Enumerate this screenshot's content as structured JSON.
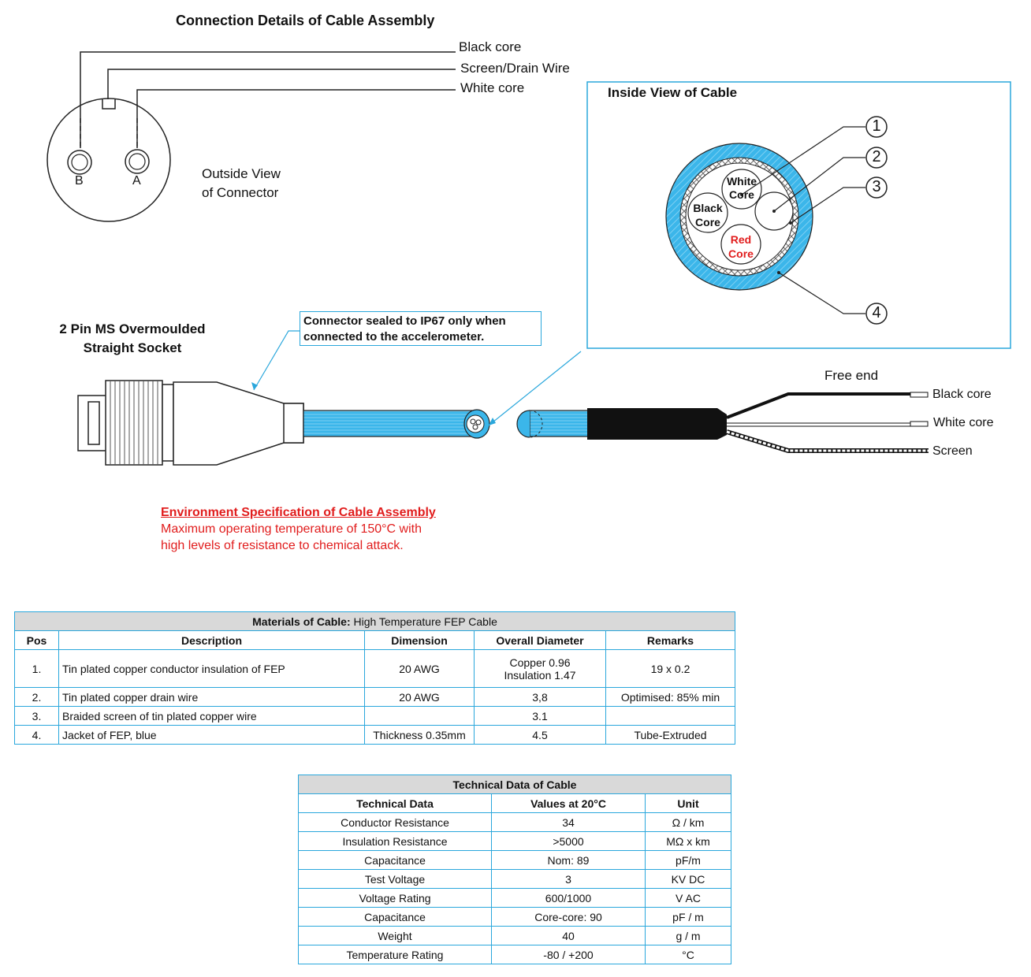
{
  "headings": {
    "connection_details": "Connection Details of Cable Assembly",
    "inside_view": "Inside View of Cable",
    "outside_view_line1": "Outside View",
    "outside_view_line2": "of Connector",
    "socket_line1": "2 Pin MS Overmoulded",
    "socket_line2": "Straight Socket",
    "free_end": "Free end"
  },
  "connector_wires": {
    "black_core": "Black core",
    "screen_drain": "Screen/Drain Wire",
    "white_core": "White core",
    "pin_b": "B",
    "pin_a": "A"
  },
  "cable_section": {
    "white_core_1": "White",
    "white_core_2": "Core",
    "black_core_1": "Black",
    "black_core_2": "Core",
    "red_core_1": "Red",
    "red_core_2": "Core",
    "callouts": [
      "1",
      "2",
      "3",
      "4"
    ]
  },
  "seal_note": {
    "line1": "Connector sealed to IP67 only when",
    "line2": "connected to the accelerometer."
  },
  "free_end_wires": {
    "black_core": "Black core",
    "white_core": "White core",
    "screen": "Screen"
  },
  "environment": {
    "title": "Environment Specification of Cable Assembly",
    "line1": "Maximum operating temperature of 150°C with",
    "line2": "high levels of resistance to chemical attack."
  },
  "colors": {
    "accent_blue": "#2aa7dc",
    "cable_blue": "#3bb6ea",
    "warning_red": "#e11d1d"
  },
  "materials_table": {
    "caption_bold": "Materials of Cable:",
    "caption_rest": " High Temperature FEP Cable",
    "headers": [
      "Pos",
      "Description",
      "Dimension",
      "Overall Diameter",
      "Remarks"
    ],
    "rows": [
      {
        "pos": "1.",
        "desc": "Tin plated copper conductor insulation of FEP",
        "dim": "20 AWG",
        "dia1": "Copper 0.96",
        "dia2": "Insulation 1.47",
        "rem": "19 x 0.2"
      },
      {
        "pos": "2.",
        "desc": "Tin plated copper drain wire",
        "dim": "20 AWG",
        "dia1": "3,8",
        "dia2": "",
        "rem": "Optimised: 85% min"
      },
      {
        "pos": "3.",
        "desc": "Braided screen of tin plated copper wire",
        "dim": "",
        "dia1": "3.1",
        "dia2": "",
        "rem": ""
      },
      {
        "pos": "4.",
        "desc": "Jacket of FEP, blue",
        "dim": "Thickness 0.35mm",
        "dia1": "4.5",
        "dia2": "",
        "rem": "Tube-Extruded"
      }
    ]
  },
  "technical_table": {
    "caption": "Technical Data of Cable",
    "headers": [
      "Technical Data",
      "Values at 20°C",
      "Unit"
    ],
    "rows": [
      {
        "name": "Conductor Resistance",
        "value": "34",
        "unit": "Ω / km"
      },
      {
        "name": "Insulation Resistance",
        "value": ">5000",
        "unit": "MΩ x km"
      },
      {
        "name": "Capacitance",
        "value": "Nom: 89",
        "unit": "pF/m"
      },
      {
        "name": "Test Voltage",
        "value": "3",
        "unit": "KV DC"
      },
      {
        "name": "Voltage Rating",
        "value": "600/1000",
        "unit": "V AC"
      },
      {
        "name": "Capacitance",
        "value": "Core-core: 90",
        "unit": "pF / m"
      },
      {
        "name": "Weight",
        "value": "40",
        "unit": "g / m"
      },
      {
        "name": "Temperature Rating",
        "value": "-80 / +200",
        "unit": "°C"
      }
    ]
  }
}
